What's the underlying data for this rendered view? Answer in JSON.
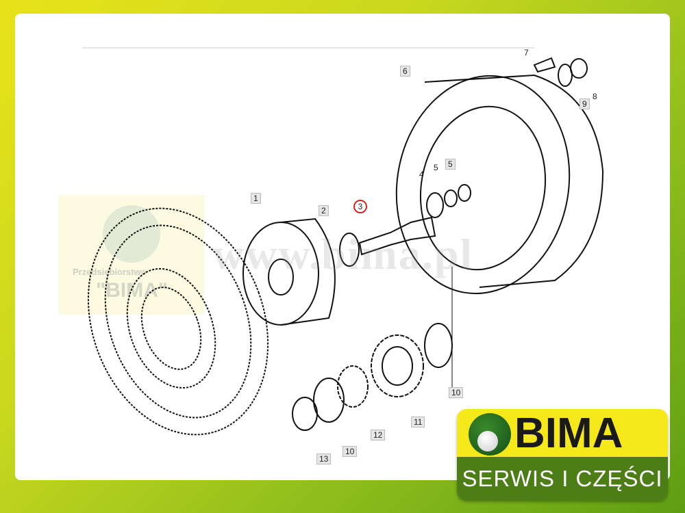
{
  "watermark": {
    "url": "www.bima.pl",
    "company_line": "Przedsiębiorstwo",
    "company_name": "\"BIMA\""
  },
  "labels": [
    "1",
    "2",
    "3",
    "4",
    "5",
    "5",
    "6",
    "7",
    "8",
    "9",
    "10",
    "10",
    "11",
    "12",
    "13"
  ],
  "logo": {
    "brand": "BIMA",
    "tagline": "SERWIS I CZĘŚCI"
  },
  "colors": {
    "highlight": "#e02020",
    "logo_yellow": "#f5e81b",
    "logo_green": "#4c7d17"
  }
}
